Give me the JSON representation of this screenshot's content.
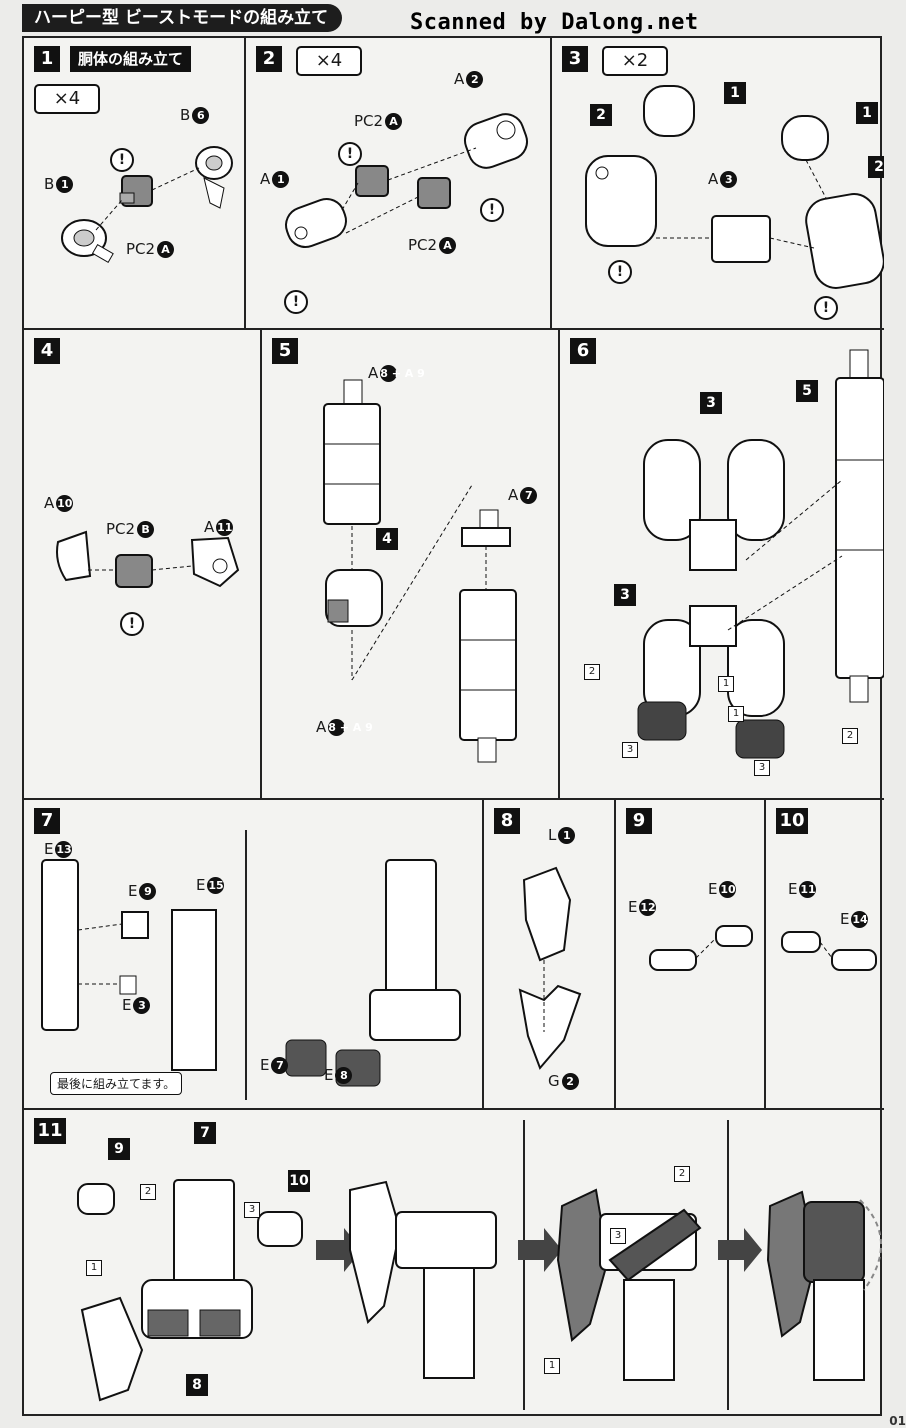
{
  "header": {
    "title": "ハーピー型 ビーストモードの組み立て",
    "watermark": "Scanned by Dalong.net"
  },
  "page_number": "01",
  "steps": {
    "s1": {
      "num": "1",
      "title": "胴体の組み立て",
      "mult": "×4",
      "labels": [
        [
          "B",
          "1"
        ],
        [
          "B",
          "6"
        ],
        [
          "PC2",
          "A"
        ]
      ]
    },
    "s2": {
      "num": "2",
      "mult": "×4",
      "labels": [
        [
          "A",
          "1"
        ],
        [
          "PC2",
          "A"
        ],
        [
          "A",
          "2"
        ],
        [
          "PC2",
          "A"
        ]
      ]
    },
    "s3": {
      "num": "3",
      "mult": "×2",
      "labels": [
        [
          "A",
          "3"
        ]
      ],
      "refs": [
        "1",
        "2",
        "1",
        "2"
      ]
    },
    "s4": {
      "num": "4",
      "labels": [
        [
          "A",
          "10"
        ],
        [
          "PC2",
          "B"
        ],
        [
          "A",
          "11"
        ]
      ]
    },
    "s5": {
      "num": "5",
      "labels": [
        [
          "A",
          "8 + A 9"
        ],
        [
          "A",
          "7"
        ],
        [
          "A",
          "8 + A 9"
        ]
      ],
      "refs": [
        "4"
      ]
    },
    "s6": {
      "num": "6",
      "refs": [
        "3",
        "5",
        "3"
      ],
      "subs": [
        "1",
        "2",
        "3",
        "1",
        "2",
        "3"
      ]
    },
    "s7": {
      "num": "7",
      "labels": [
        [
          "E",
          "13"
        ],
        [
          "E",
          "9"
        ],
        [
          "E",
          "15"
        ],
        [
          "E",
          "3"
        ],
        [
          "E",
          "7"
        ],
        [
          "E",
          "8"
        ]
      ],
      "note": "最後に組み立てます。"
    },
    "s8": {
      "num": "8",
      "labels": [
        [
          "L",
          "1"
        ],
        [
          "G",
          "2"
        ]
      ]
    },
    "s9": {
      "num": "9",
      "labels": [
        [
          "E",
          "12"
        ],
        [
          "E",
          "10"
        ]
      ]
    },
    "s10": {
      "num": "10",
      "labels": [
        [
          "E",
          "11"
        ],
        [
          "E",
          "14"
        ]
      ]
    },
    "s11": {
      "num": "11",
      "refs": [
        "9",
        "7",
        "10",
        "8"
      ],
      "subs": [
        "2",
        "3",
        "1",
        "2",
        "3",
        "1"
      ]
    }
  },
  "warn_glyph": "!"
}
